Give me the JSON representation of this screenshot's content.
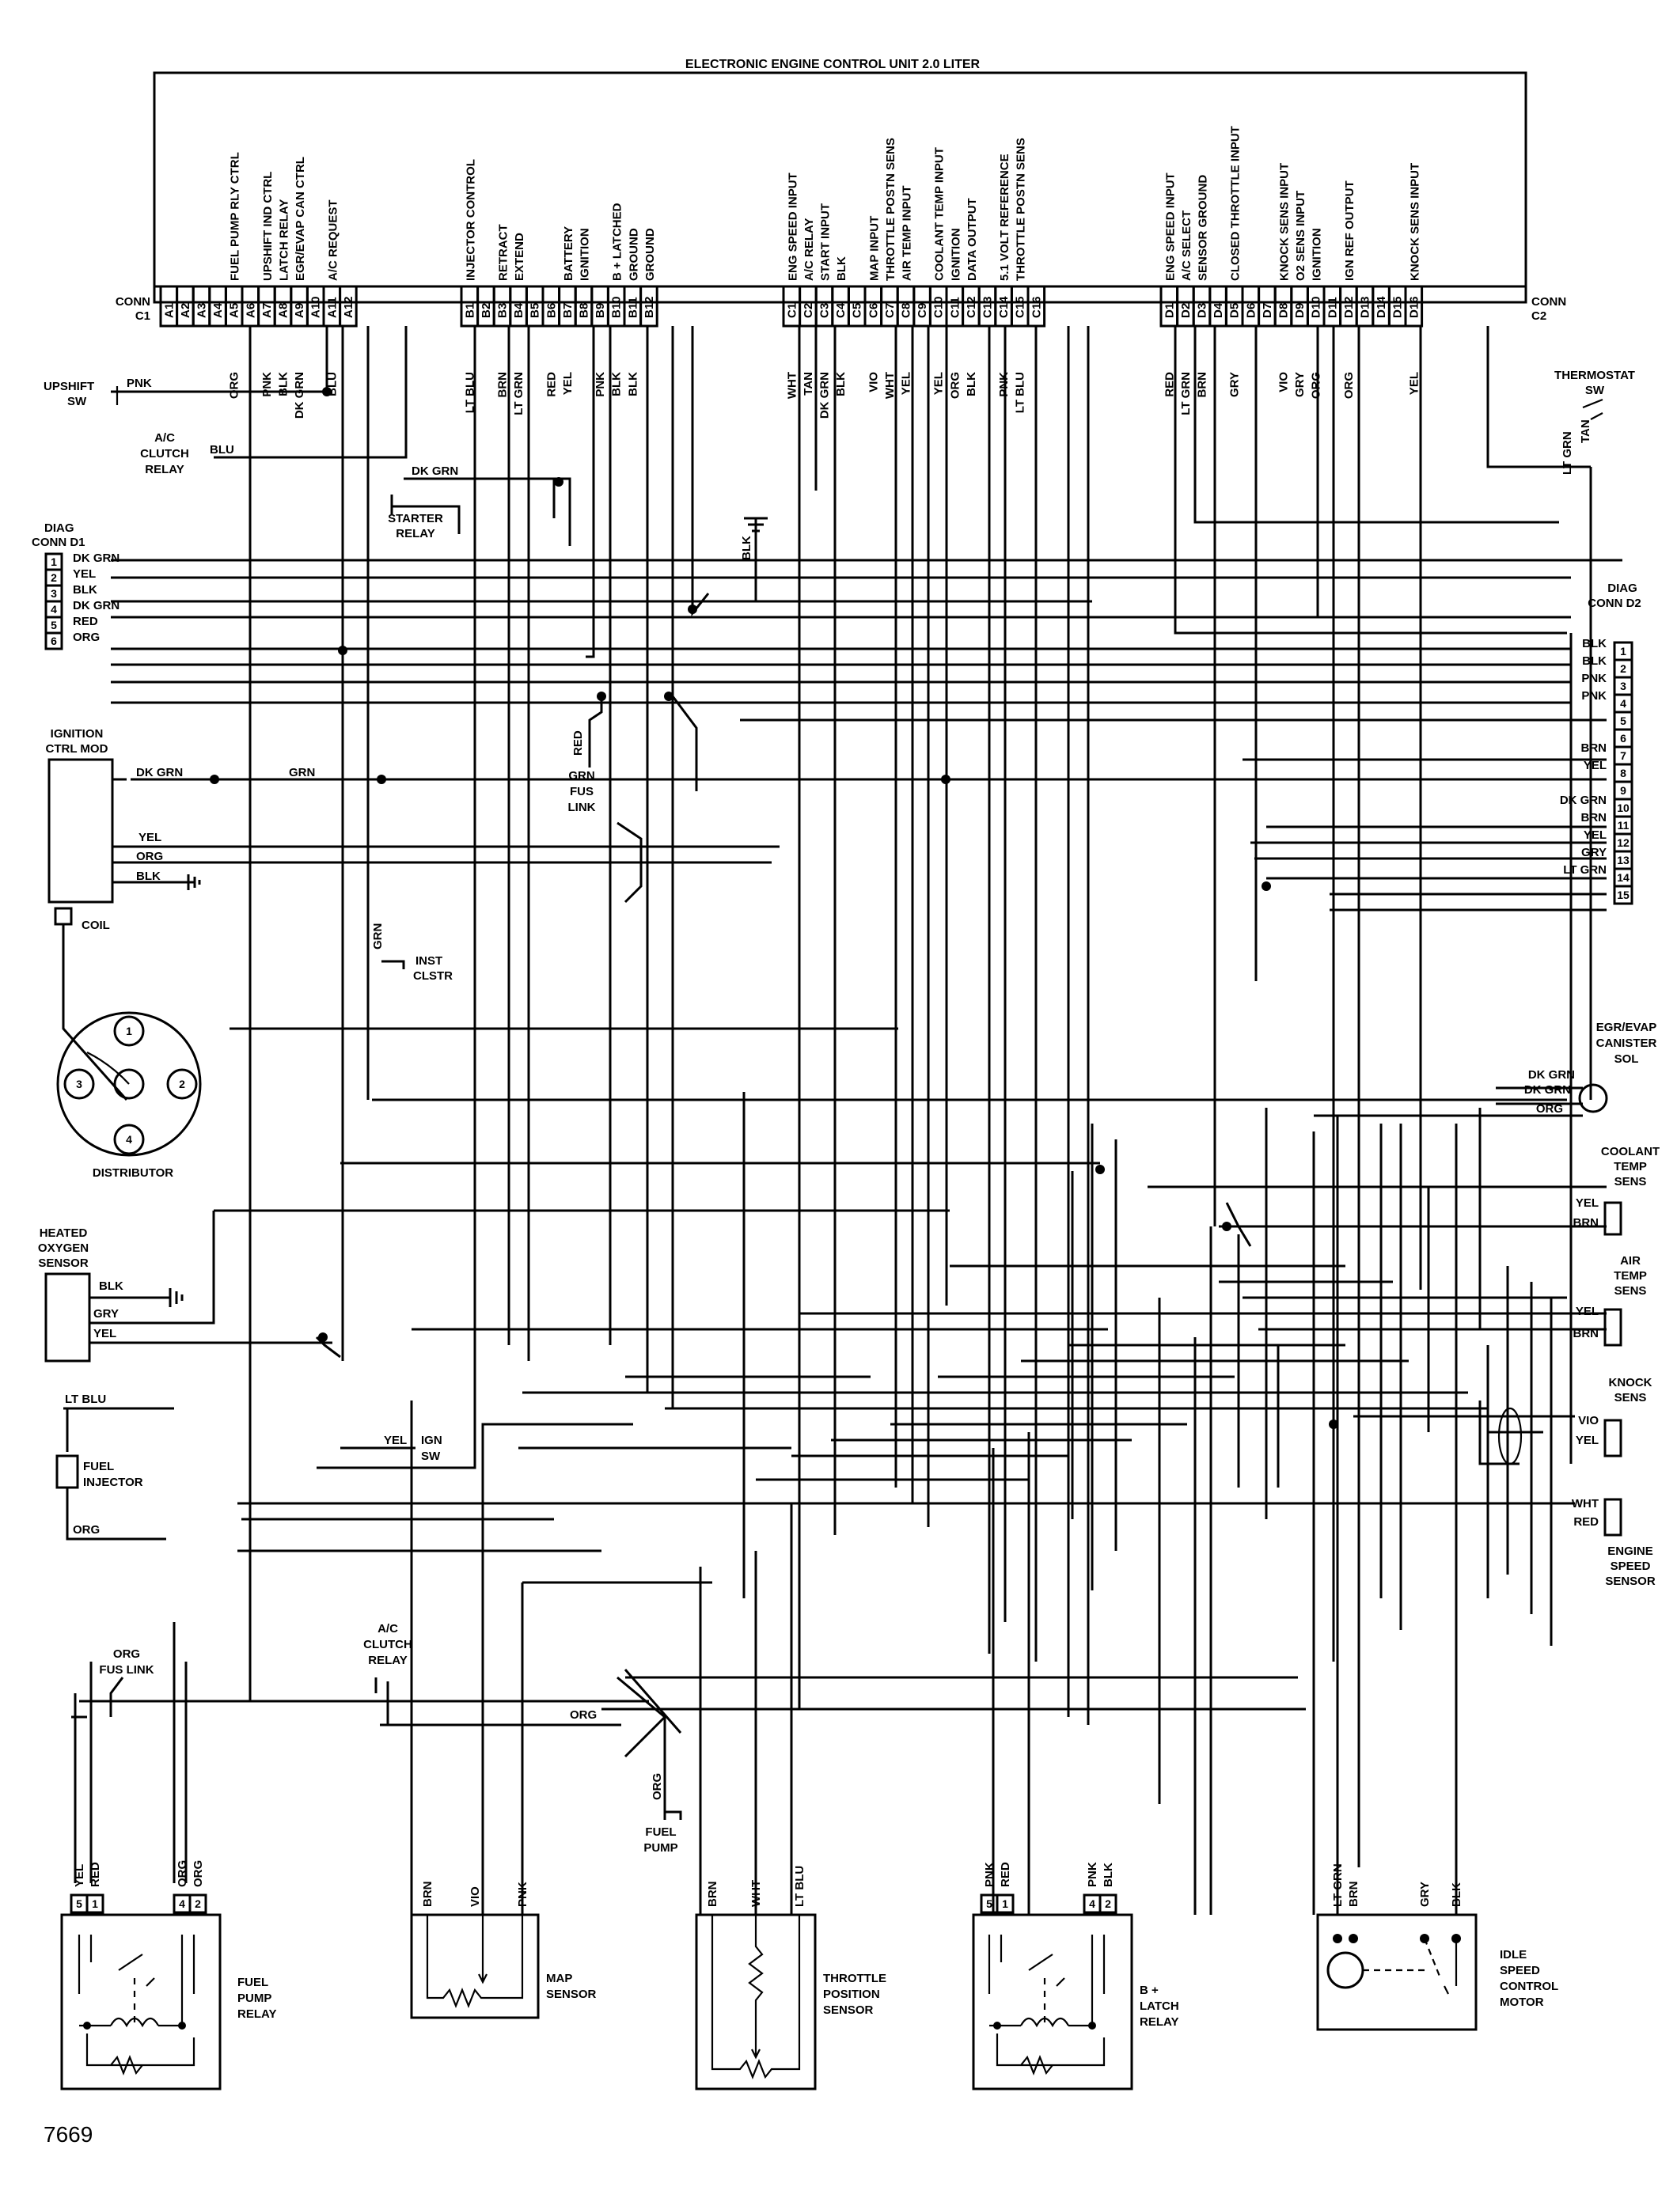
{
  "title": "ELECTRONIC ENGINE CONTROL UNIT 2.0 LITER",
  "figure_number": "7669",
  "ecu": {
    "conn_c1_label": [
      "CONN",
      "C1"
    ],
    "conn_c2_label": [
      "CONN",
      "C2"
    ],
    "pins": [
      {
        "id": "A1",
        "func": "",
        "color": ""
      },
      {
        "id": "A2",
        "func": "",
        "color": ""
      },
      {
        "id": "A3",
        "func": "",
        "color": ""
      },
      {
        "id": "A4",
        "func": "",
        "color": ""
      },
      {
        "id": "A5",
        "func": "FUEL PUMP RLY CTRL",
        "color": "ORG"
      },
      {
        "id": "A6",
        "func": "",
        "color": ""
      },
      {
        "id": "A7",
        "func": "UPSHIFT IND CTRL",
        "color": "PNK"
      },
      {
        "id": "A8",
        "func": "LATCH RELAY",
        "color": "BLK"
      },
      {
        "id": "A9",
        "func": "EGR/EVAP CAN CTRL",
        "color": "DK GRN"
      },
      {
        "id": "A10",
        "func": "",
        "color": ""
      },
      {
        "id": "A11",
        "func": "A/C REQUEST",
        "color": "BLU"
      },
      {
        "id": "A12",
        "func": "",
        "color": ""
      },
      {
        "id": "B1",
        "func": "INJECTOR CONTROL",
        "color": "LT BLU"
      },
      {
        "id": "B2",
        "func": "",
        "color": ""
      },
      {
        "id": "B3",
        "func": "RETRACT",
        "color": "BRN"
      },
      {
        "id": "B4",
        "func": "EXTEND",
        "color": "LT GRN"
      },
      {
        "id": "B5",
        "func": "",
        "color": ""
      },
      {
        "id": "B6",
        "func": "",
        "color": "RED"
      },
      {
        "id": "B7",
        "func": "BATTERY",
        "color": "YEL"
      },
      {
        "id": "B8",
        "func": "IGNITION",
        "color": ""
      },
      {
        "id": "B9",
        "func": "",
        "color": "PNK"
      },
      {
        "id": "B10",
        "func": "B + LATCHED",
        "color": "BLK"
      },
      {
        "id": "B11",
        "func": "GROUND",
        "color": "BLK"
      },
      {
        "id": "B12",
        "func": "GROUND",
        "color": ""
      },
      {
        "id": "C1",
        "func": "ENG SPEED INPUT",
        "color": "WHT"
      },
      {
        "id": "C2",
        "func": "A/C RELAY",
        "color": "TAN"
      },
      {
        "id": "C3",
        "func": "START INPUT",
        "color": "DK GRN"
      },
      {
        "id": "C4",
        "func": "BLK",
        "color": "BLK"
      },
      {
        "id": "C5",
        "func": "",
        "color": ""
      },
      {
        "id": "C6",
        "func": "MAP INPUT",
        "color": "VIO"
      },
      {
        "id": "C7",
        "func": "THROTTLE POSTN SENS",
        "color": "WHT"
      },
      {
        "id": "C8",
        "func": "AIR TEMP INPUT",
        "color": "YEL"
      },
      {
        "id": "C9",
        "func": "",
        "color": ""
      },
      {
        "id": "C10",
        "func": "COOLANT TEMP INPUT",
        "color": "YEL"
      },
      {
        "id": "C11",
        "func": "IGNITION",
        "color": "ORG"
      },
      {
        "id": "C12",
        "func": "DATA OUTPUT",
        "color": "BLK"
      },
      {
        "id": "C13",
        "func": "",
        "color": ""
      },
      {
        "id": "C14",
        "func": "5.1 VOLT REFERENCE",
        "color": "PNK"
      },
      {
        "id": "C15",
        "func": "THROTTLE POSTN SENS",
        "color": "LT BLU"
      },
      {
        "id": "C16",
        "func": "",
        "color": ""
      },
      {
        "id": "D1",
        "func": "ENG SPEED INPUT",
        "color": "RED"
      },
      {
        "id": "D2",
        "func": "A/C SELECT",
        "color": "LT GRN"
      },
      {
        "id": "D3",
        "func": "SENSOR GROUND",
        "color": "BRN"
      },
      {
        "id": "D4",
        "func": "",
        "color": ""
      },
      {
        "id": "D5",
        "func": "CLOSED THROTTLE INPUT",
        "color": "GRY"
      },
      {
        "id": "D6",
        "func": "",
        "color": ""
      },
      {
        "id": "D7",
        "func": "",
        "color": ""
      },
      {
        "id": "D8",
        "func": "KNOCK SENS INPUT",
        "color": "VIO"
      },
      {
        "id": "D9",
        "func": "O2 SENS INPUT",
        "color": "GRY"
      },
      {
        "id": "D10",
        "func": "IGNITION",
        "color": "ORG"
      },
      {
        "id": "D11",
        "func": "",
        "color": ""
      },
      {
        "id": "D12",
        "func": "IGN REF OUTPUT",
        "color": "ORG"
      },
      {
        "id": "D13",
        "func": "",
        "color": ""
      },
      {
        "id": "D14",
        "func": "",
        "color": ""
      },
      {
        "id": "D15",
        "func": "",
        "color": ""
      },
      {
        "id": "D16",
        "func": "KNOCK SENS INPUT",
        "color": "YEL"
      }
    ]
  },
  "components": {
    "upshift_sw": {
      "label": [
        "UPSHIFT",
        "SW"
      ],
      "wire": "PNK"
    },
    "ac_clutch_relay_top": {
      "label": [
        "A/C",
        "CLUTCH",
        "RELAY"
      ],
      "wire": "BLU"
    },
    "starter_relay": {
      "label": [
        "STARTER",
        "RELAY"
      ],
      "wire": "DK GRN"
    },
    "diag_d1": {
      "label": [
        "DIAG",
        "CONN D1"
      ],
      "pins": [
        "1",
        "2",
        "3",
        "4",
        "5",
        "6"
      ],
      "wires": [
        "DK GRN",
        "YEL",
        "BLK",
        "DK GRN",
        "RED",
        "ORG"
      ]
    },
    "ground_blk": "BLK",
    "ignition_ctrl_mod": {
      "label": [
        "IGNITION",
        "CTRL MOD"
      ],
      "wires": [
        "DK GRN",
        "GRN",
        "YEL",
        "ORG",
        "BLK"
      ],
      "coil": "COIL"
    },
    "fus_link_mid": {
      "label": [
        "RED",
        "GRN",
        "FUS",
        "LINK"
      ]
    },
    "inst_clstr": {
      "label": [
        "INST",
        "CLSTR"
      ],
      "wire": "GRN"
    },
    "distributor": {
      "label": "DISTRIBUTOR",
      "terminals": [
        "1",
        "2",
        "3",
        "4"
      ]
    },
    "heated_o2": {
      "label": [
        "HEATED",
        "OXYGEN",
        "SENSOR"
      ],
      "wires": [
        "BLK",
        "GRY",
        "YEL"
      ]
    },
    "ign_sw": {
      "label": [
        "IGN",
        "SW"
      ],
      "wire": "YEL"
    },
    "fuel_injector": {
      "label": [
        "FUEL",
        "INJECTOR"
      ],
      "wires": [
        "LT BLU",
        "ORG"
      ]
    },
    "thermostat_sw": {
      "label": [
        "THERMOSTAT",
        "SW"
      ],
      "wires": [
        "LT GRN",
        "TAN"
      ]
    },
    "diag_d2": {
      "label": [
        "DIAG",
        "CONN D2"
      ],
      "pins": [
        "1",
        "2",
        "3",
        "4",
        "5",
        "6",
        "7",
        "8",
        "9",
        "10",
        "11",
        "12",
        "13",
        "14",
        "15"
      ],
      "wires": [
        "BLK",
        "BLK",
        "PNK",
        "PNK",
        "",
        "",
        "BRN",
        "YEL",
        "",
        "DK GRN",
        "BRN",
        "YEL",
        "GRY",
        "LT GRN",
        ""
      ]
    },
    "egr_sol": {
      "label": [
        "EGR/EVAP",
        "CANISTER",
        "SOL"
      ],
      "wires": [
        "DK GRN",
        "DK GRN",
        "ORG"
      ]
    },
    "coolant_sens": {
      "label": [
        "COOLANT",
        "TEMP",
        "SENS"
      ],
      "wires": [
        "YEL",
        "BRN"
      ]
    },
    "air_temp_sens": {
      "label": [
        "AIR",
        "TEMP",
        "SENS"
      ],
      "wires": [
        "YEL",
        "BRN"
      ]
    },
    "knock_sens": {
      "label": [
        "KNOCK",
        "SENS"
      ],
      "wires": [
        "VIO",
        "YEL"
      ]
    },
    "engine_speed_sens": {
      "label": [
        "ENGINE",
        "SPEED",
        "SENSOR"
      ],
      "wires": [
        "WHT",
        "RED"
      ]
    },
    "org_fus_link": {
      "label": [
        "ORG",
        "FUS LINK"
      ]
    },
    "ac_clutch_relay_bottom": {
      "label": [
        "A/C",
        "CLUTCH",
        "RELAY"
      ]
    },
    "fuel_pump": {
      "label": [
        "ORG",
        "FUEL",
        "PUMP"
      ]
    },
    "center_wire": "ORG",
    "fuel_pump_relay": {
      "label": [
        "FUEL",
        "PUMP",
        "RELAY"
      ],
      "wires": [
        "YEL",
        "RED",
        "ORG",
        "ORG"
      ],
      "pins": [
        "5",
        "1",
        "4",
        "2"
      ]
    },
    "map_sensor": {
      "label": [
        "MAP",
        "SENSOR"
      ],
      "wires": [
        "BRN",
        "VIO",
        "PNK"
      ]
    },
    "tps": {
      "label": [
        "THROTTLE",
        "POSITION",
        "SENSOR"
      ],
      "wires": [
        "BRN",
        "WHT",
        "LT BLU"
      ]
    },
    "b_latch_relay": {
      "label": [
        "B +",
        "LATCH",
        "RELAY"
      ],
      "wires": [
        "PNK",
        "RED",
        "PNK",
        "BLK"
      ],
      "pins": [
        "5",
        "1",
        "4",
        "2"
      ]
    },
    "idle_speed_motor": {
      "label": [
        "IDLE",
        "SPEED",
        "CONTROL",
        "MOTOR"
      ],
      "wires": [
        "LT GRN",
        "BRN",
        "GRY",
        "BLK"
      ]
    }
  }
}
